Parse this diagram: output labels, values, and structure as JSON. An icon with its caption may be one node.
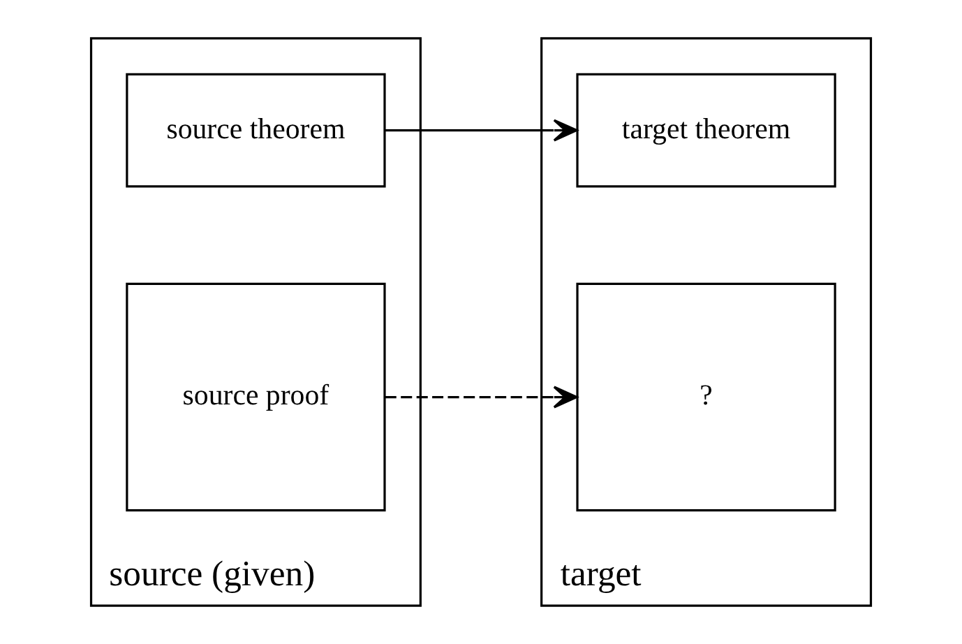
{
  "diagram": {
    "nodes": [
      {
        "text": [
          "source (given)"
        ]
      },
      {
        "text": [
          "source theorem"
        ],
        "in": 0
      },
      {
        "text": [
          "source proof"
        ],
        "in": 0
      },
      {
        "text": [
          "target"
        ]
      },
      {
        "text": [
          "target theorem"
        ],
        "in": 3
      },
      {
        "text": [
          "?"
        ],
        "in": 3
      }
    ],
    "edges": [
      {
        "from": 1,
        "to": 4,
        "arrow": "to"
      },
      {
        "from": 2,
        "to": 5,
        "arrow": "to",
        "style": "dashed"
      }
    ]
  }
}
